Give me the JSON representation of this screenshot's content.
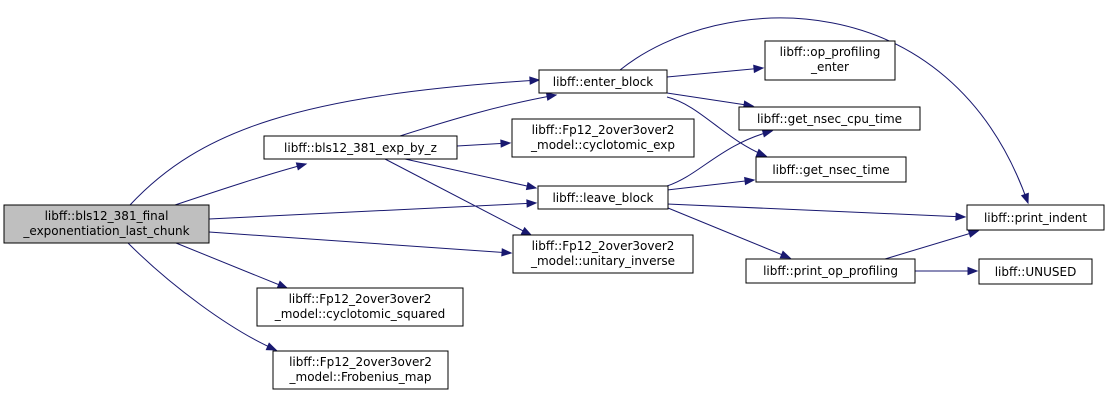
{
  "colors": {
    "edge": "#191970",
    "root_fill": "#bfbfbf",
    "node_fill": "#ffffff",
    "node_border": "#000000"
  },
  "nodes": {
    "root": {
      "lines": [
        "libff::bls12_381_final",
        "_exponentiation_last_chunk"
      ]
    },
    "exp_by_z": {
      "lines": [
        "libff::bls12_381_exp_by_z"
      ]
    },
    "cyc_squared": {
      "lines": [
        "libff::Fp12_2over3over2",
        "_model::cyclotomic_squared"
      ]
    },
    "frobenius": {
      "lines": [
        "libff::Fp12_2over3over2",
        "_model::Frobenius_map"
      ]
    },
    "enter_block": {
      "lines": [
        "libff::enter_block"
      ]
    },
    "cyc_exp": {
      "lines": [
        "libff::Fp12_2over3over2",
        "_model::cyclotomic_exp"
      ]
    },
    "leave_block": {
      "lines": [
        "libff::leave_block"
      ]
    },
    "unitary_inverse": {
      "lines": [
        "libff::Fp12_2over3over2",
        "_model::unitary_inverse"
      ]
    },
    "op_prof_enter": {
      "lines": [
        "libff::op_profiling",
        "_enter"
      ]
    },
    "nsec_cpu": {
      "lines": [
        "libff::get_nsec_cpu_time"
      ]
    },
    "nsec_time": {
      "lines": [
        "libff::get_nsec_time"
      ]
    },
    "print_op_prof": {
      "lines": [
        "libff::print_op_profiling"
      ]
    },
    "print_indent": {
      "lines": [
        "libff::print_indent"
      ]
    },
    "unused": {
      "lines": [
        "libff::UNUSED"
      ]
    }
  }
}
